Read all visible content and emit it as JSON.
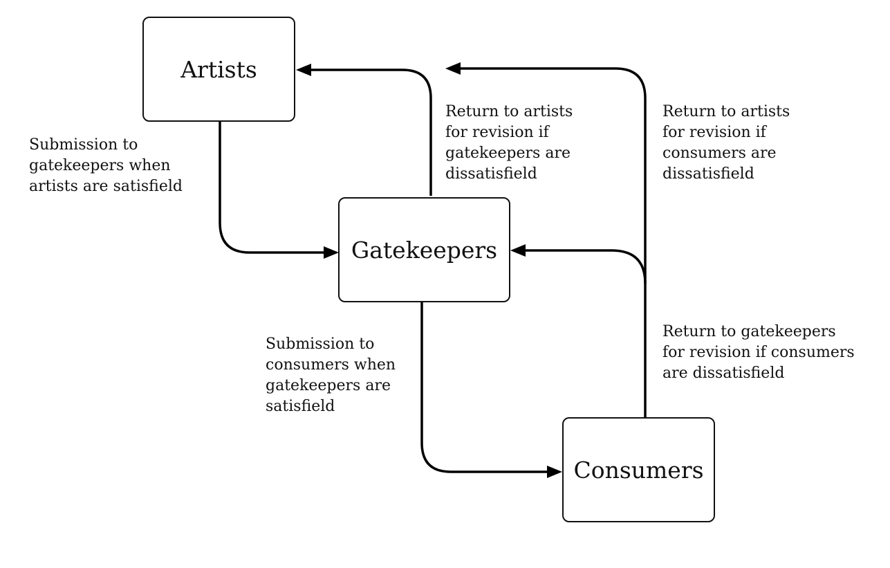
{
  "nodes": {
    "artists": "Artists",
    "gatekeepers": "Gatekeepers",
    "consumers": "Consumers"
  },
  "edges": {
    "artists_to_gatekeepers": "Submission to\ngatekeepers when\nartists are satisfield",
    "gatekeepers_to_artists": "Return to artists\nfor revision if\ngatekeepers are\ndissatisfield",
    "consumers_to_artists": "Return to artists\nfor revision if\nconsumers are\ndissatisfield",
    "gatekeepers_to_consumers": "Submission to\nconsumers when\ngatekeepers are\nsatisfield",
    "consumers_to_gatekeepers": "Return to gatekeepers\nfor revision if consumers\nare dissatisfield"
  }
}
